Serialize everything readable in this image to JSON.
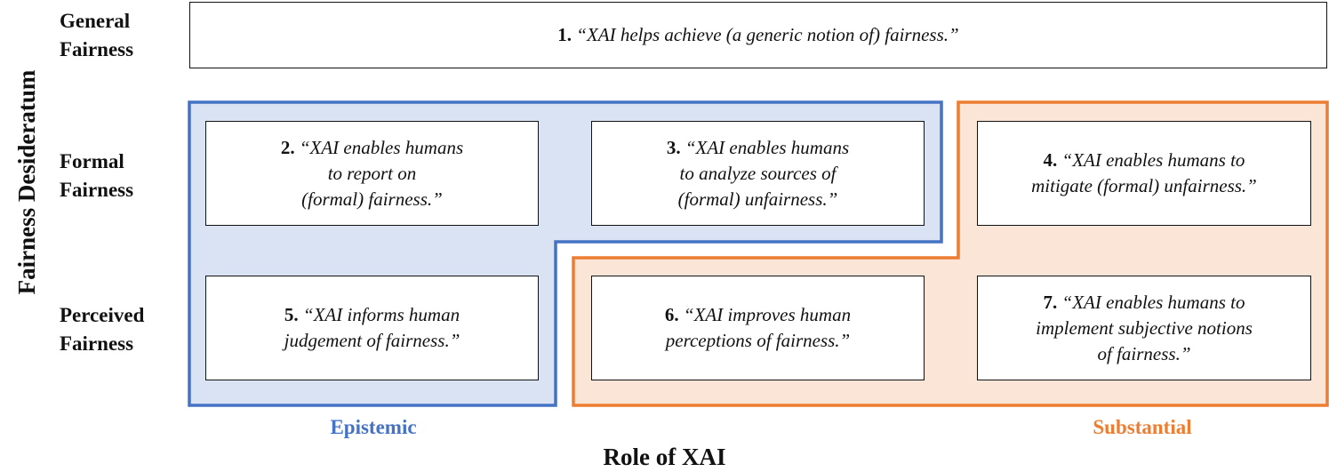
{
  "axes": {
    "y_title": "Fairness Desideratum",
    "x_title": "Role of XAI"
  },
  "rows": [
    {
      "line1": "General",
      "line2": "Fairness"
    },
    {
      "line1": "Formal",
      "line2": "Fairness"
    },
    {
      "line1": "Perceived",
      "line2": "Fairness"
    }
  ],
  "columns": {
    "epistemic": {
      "label": "Epistemic",
      "color": "#4472C4",
      "fill": "#DAE3F3"
    },
    "substantial": {
      "label": "Substantial",
      "color": "#ED7D31",
      "fill": "#FBE5D6"
    }
  },
  "boxes": [
    {
      "num": "1.",
      "text": "“XAI helps achieve (a generic notion of) fairness.”"
    },
    {
      "num": "2.",
      "text": "“XAI enables humans\nto report on\n(formal) fairness.”"
    },
    {
      "num": "3.",
      "text": "“XAI enables humans\nto analyze sources of\n(formal) unfairness.”"
    },
    {
      "num": "4.",
      "text": "“XAI enables humans to\nmitigate (formal) unfairness.”"
    },
    {
      "num": "5.",
      "text": "“XAI informs human\njudgement of fairness.”"
    },
    {
      "num": "6.",
      "text": "“XAI improves human\nperceptions of fairness.”"
    },
    {
      "num": "7.",
      "text": "“XAI enables humans to\nimplement subjective notions\nof fairness.”"
    }
  ]
}
